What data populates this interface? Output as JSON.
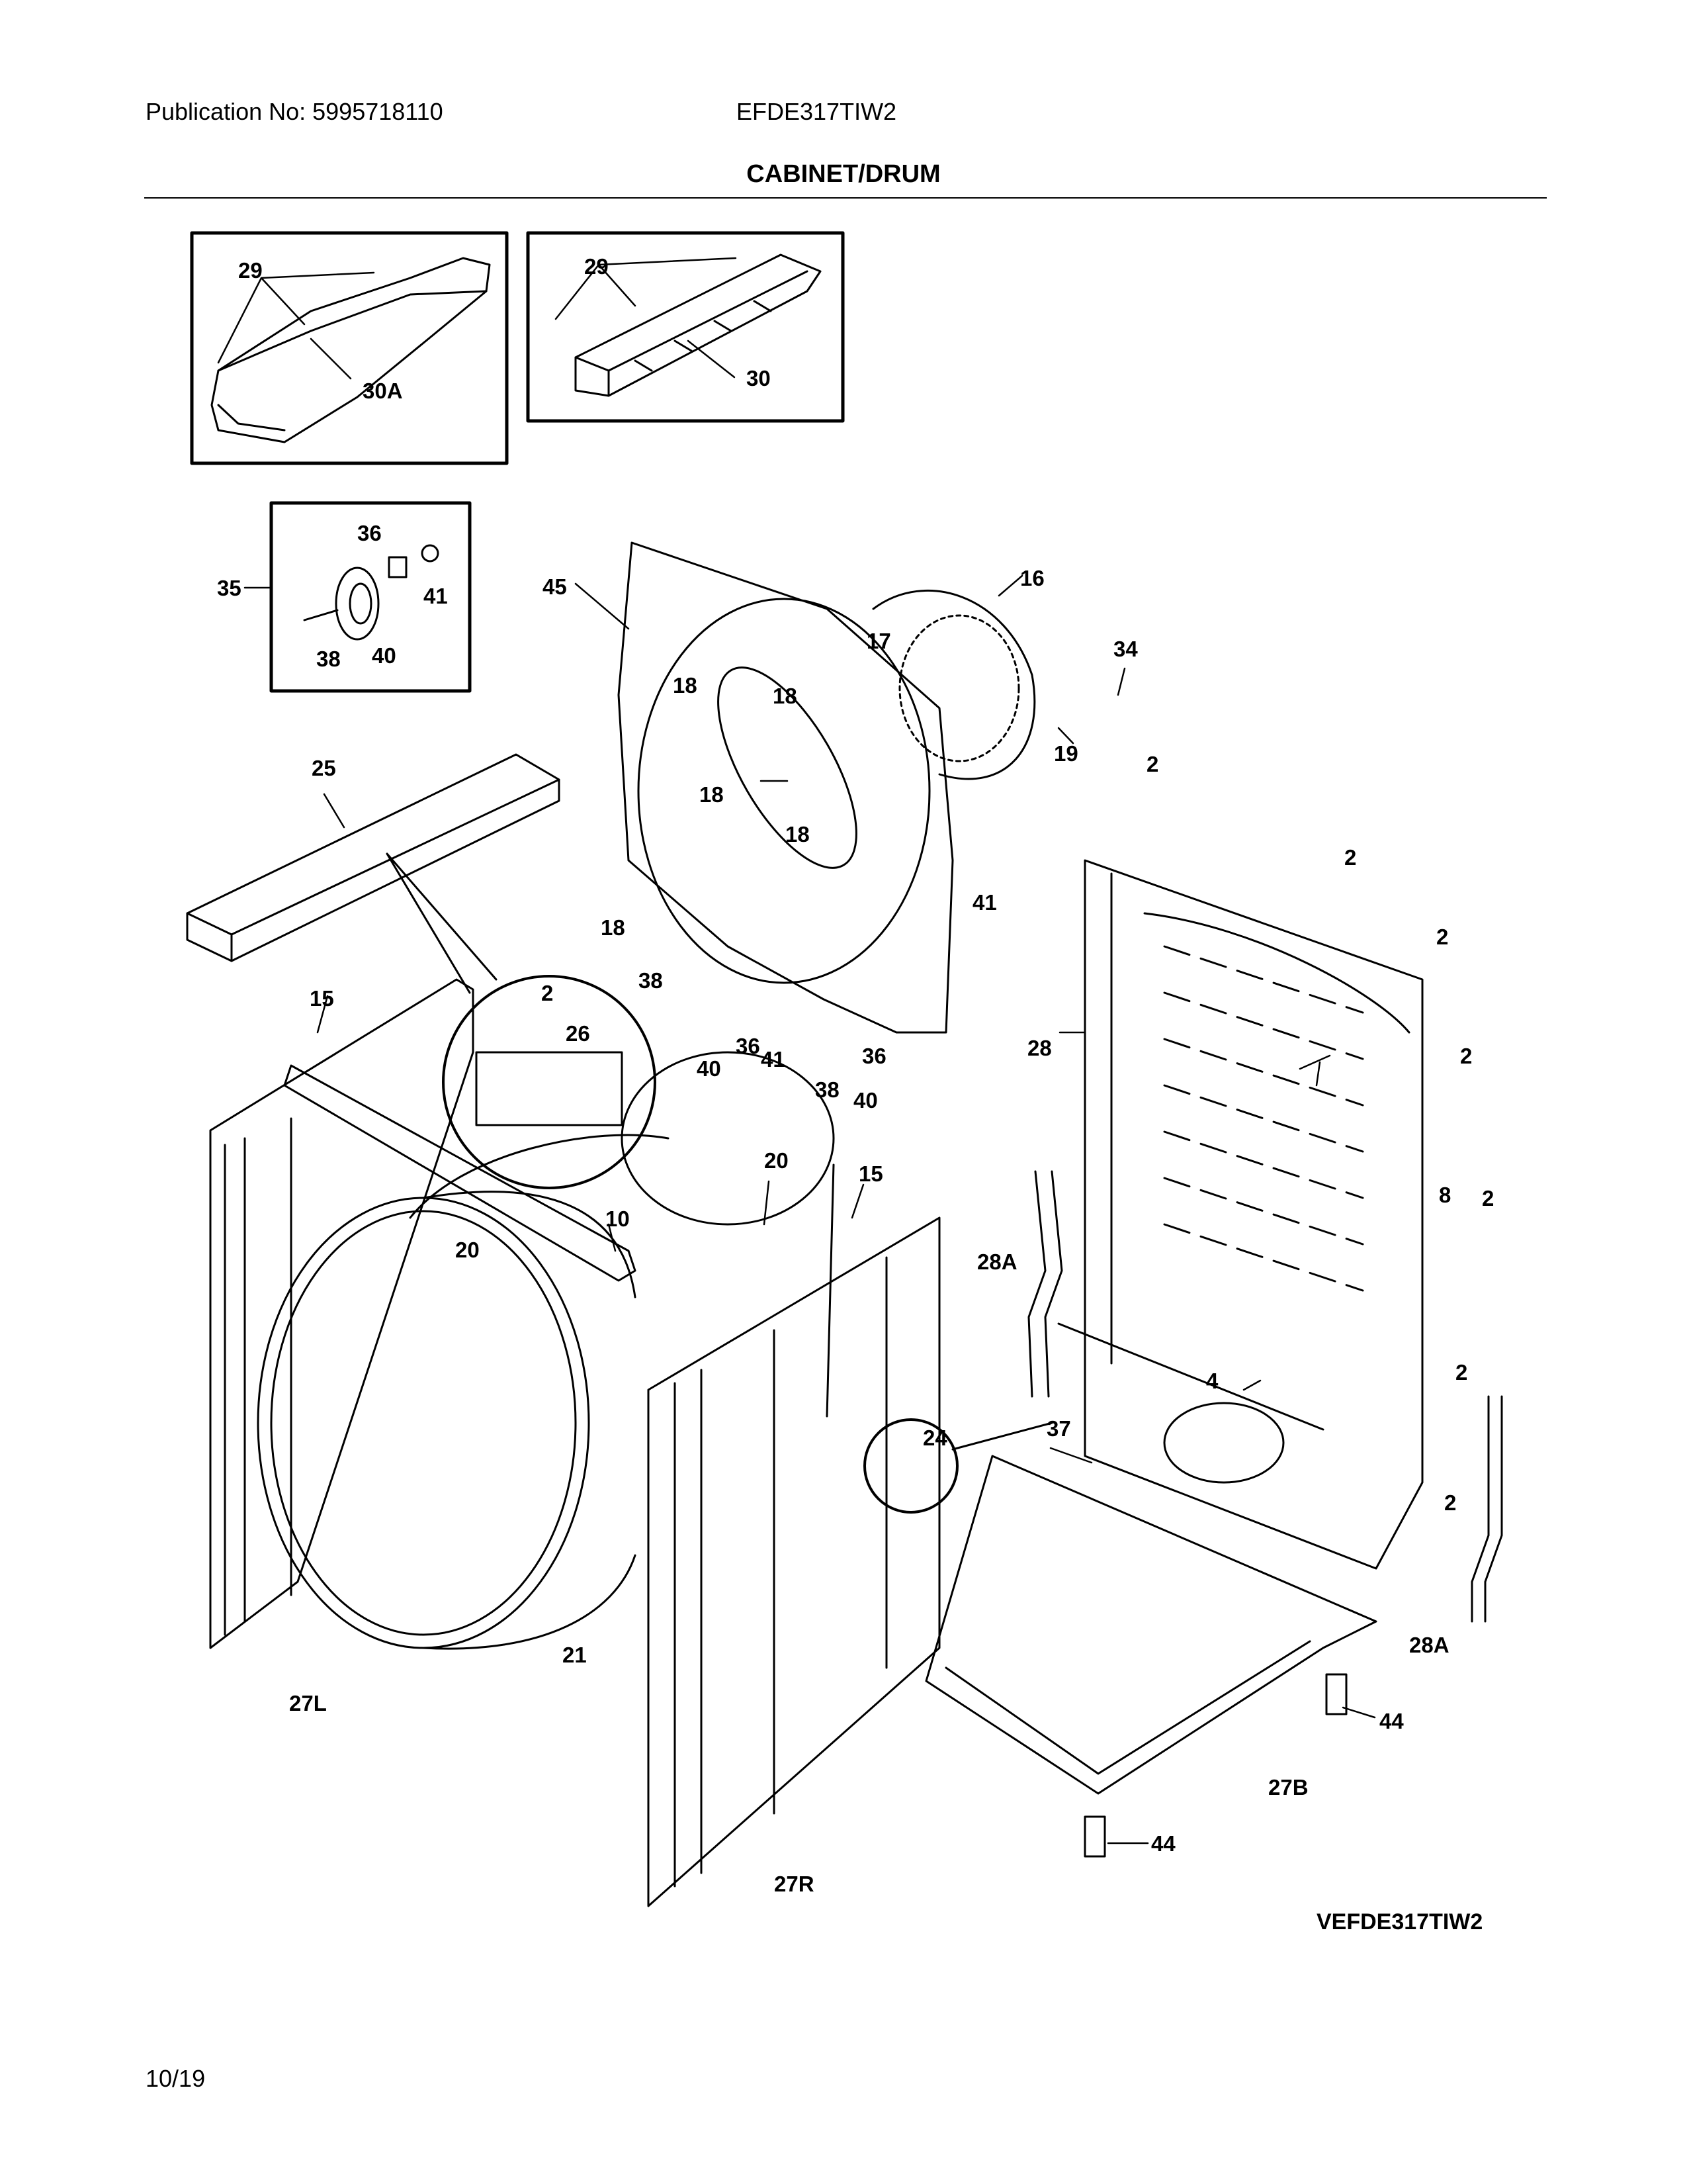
{
  "header": {
    "publication": "Publication No: 5995718110",
    "model": "EFDE317TIW2"
  },
  "title": "CABINET/DRUM",
  "labels": {
    "p2": "2",
    "p4": "4",
    "p8": "8",
    "p10": "10",
    "p15": "15",
    "p16": "16",
    "p17": "17",
    "p18": "18",
    "p19": "19",
    "p20": "20",
    "p21": "21",
    "p24": "24",
    "p25": "25",
    "p26": "26",
    "p27b": "27B",
    "p27l": "27L",
    "p27r": "27R",
    "p28": "28",
    "p28a": "28A",
    "p29": "29",
    "p30": "30",
    "p30a": "30A",
    "p34": "34",
    "p35": "35",
    "p36": "36",
    "p37": "37",
    "p38": "38",
    "p40": "40",
    "p41": "41",
    "p44": "44",
    "p45": "45"
  },
  "ref_code": "VEFDE317TIW2",
  "page_number": "10/19"
}
